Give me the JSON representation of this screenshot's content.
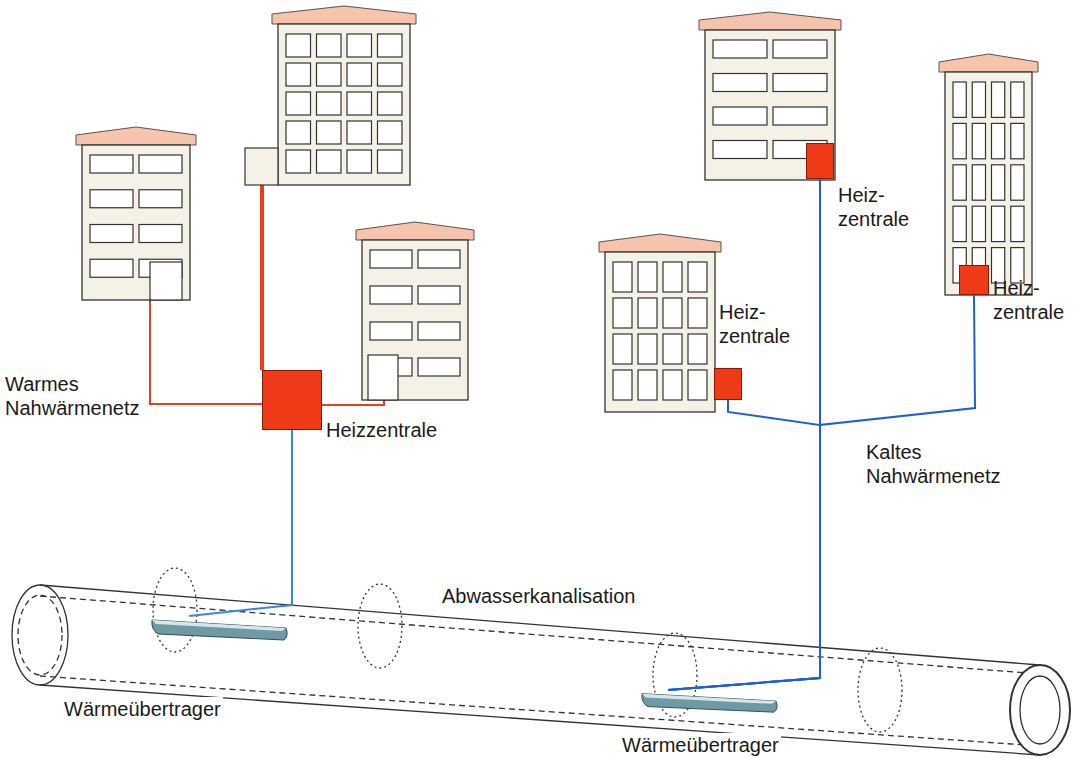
{
  "diagram": {
    "nodes": [
      {
        "text": [
          "Heizzentrale"
        ]
      },
      {
        "text": [
          "Heiz- zentrale"
        ]
      },
      {
        "text": [
          "Heiz- zentrale"
        ]
      },
      {
        "text": [
          "Heiz- zentrale"
        ]
      },
      {
        "text": [
          "Wärmeübertrager"
        ]
      },
      {
        "text": [
          "Wärmeübertrager"
        ]
      }
    ],
    "edges": [
      {
        "from": 0,
        "to": 4,
        "arrow": "none"
      },
      {
        "from": 5,
        "to": 1,
        "arrow": "none"
      },
      {
        "from": 5,
        "to": 2,
        "arrow": "none"
      },
      {
        "from": 5,
        "to": 3,
        "arrow": "none"
      }
    ],
    "labels": [
      "Warmes Nahwärmenetz",
      "Kaltes Nahwärmenetz",
      "Abwasserkanalisation"
    ]
  }
}
